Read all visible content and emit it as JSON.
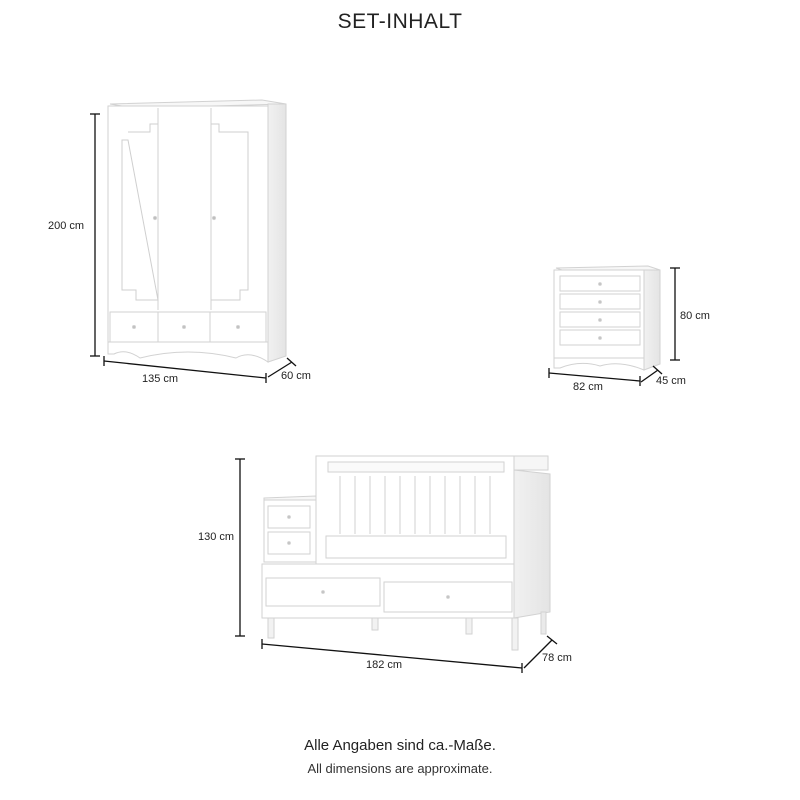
{
  "heading": "SET-INHALT",
  "items": [
    {
      "name": "wardrobe",
      "height_label": "200 cm",
      "width_label": "135 cm",
      "depth_label": "60 cm"
    },
    {
      "name": "dresser",
      "height_label": "80 cm",
      "width_label": "82 cm",
      "depth_label": "45 cm"
    },
    {
      "name": "crib",
      "height_label": "130 cm",
      "width_label": "182 cm",
      "depth_label": "78 cm"
    }
  ],
  "footer": {
    "german": "Alle Angaben sind ca.-Maße.",
    "english": "All dimensions are approximate."
  },
  "colors": {
    "furniture": "#ffffff",
    "outline": "#d6d6d6",
    "dimension_line": "#111111"
  }
}
